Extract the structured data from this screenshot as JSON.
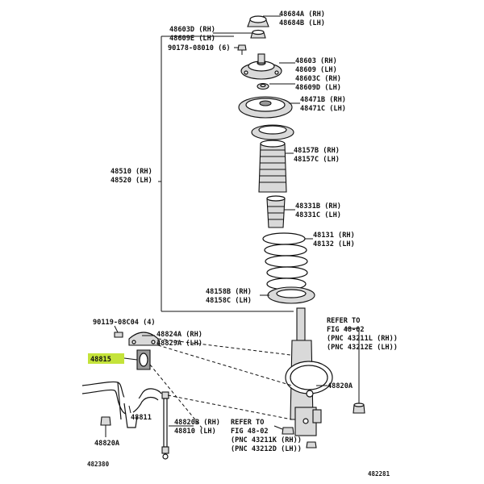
{
  "diagram": {
    "highlight_color": "#c4e33a",
    "line_color": "#111111",
    "labels": {
      "p48684": [
        "48684A (RH)",
        "48684B (LH)"
      ],
      "p48603d": [
        "48603D (RH)",
        "48609E (LH)"
      ],
      "p90178": [
        "90178-08010 (6)"
      ],
      "p48603": [
        "48603 (RH)",
        "48609 (LH)"
      ],
      "p48603c": [
        "48603C (RH)",
        "48609D (LH)"
      ],
      "p48471": [
        "48471B (RH)",
        "48471C (LH)"
      ],
      "p48157": [
        "48157B (RH)",
        "48157C (LH)"
      ],
      "p48510": [
        "48510 (RH)",
        "48520 (LH)"
      ],
      "p48331": [
        "48331B (RH)",
        "48331C (LH)"
      ],
      "p48131": [
        "48131 (RH)",
        "48132 (LH)"
      ],
      "p48158": [
        "48158B (RH)",
        "48158C (LH)"
      ],
      "p90119": [
        "90119-08C04 (4)"
      ],
      "p48824": [
        "48824A (RH)",
        "48829A (LH)"
      ],
      "p48815": [
        "48815"
      ],
      "p48811": [
        "48811"
      ],
      "p48820b": [
        "48820B (RH)",
        "48810 (LH)"
      ],
      "p48820a_bottom": [
        "48820A"
      ],
      "p48820a_right": [
        "48820A"
      ],
      "refer_right": [
        "REFER TO",
        "FIG 48-02",
        "(PNC 43211L (RH))",
        "(PNC 43212E (LH))"
      ],
      "refer_bottom": [
        "REFER TO",
        "FIG 48-02",
        "(PNC 43211K (RH))",
        "(PNC 43212D (LH))"
      ],
      "fig_left": [
        "482380"
      ],
      "fig_right": [
        "482281"
      ]
    }
  }
}
